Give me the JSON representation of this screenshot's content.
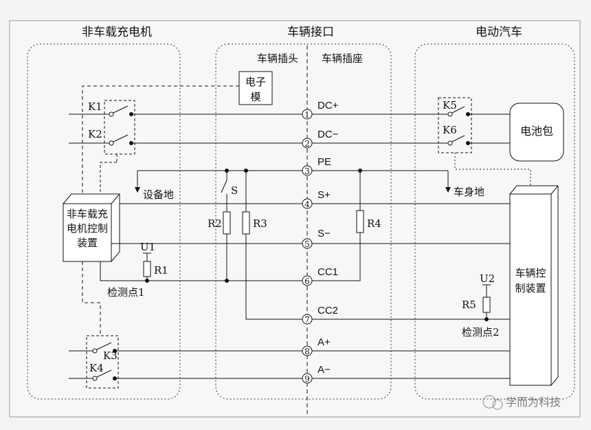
{
  "sections": {
    "charger": "非车载充电机",
    "interface": "车辆接口",
    "vehicle": "电动汽车"
  },
  "interface_sub": {
    "plug": "车辆插头",
    "socket": "车辆插座"
  },
  "module": {
    "line1": "电子",
    "line2": "模"
  },
  "charger_controller": [
    "非车载充",
    "电机控制",
    "装置"
  ],
  "vehicle_controller": [
    "车辆控",
    "制装置"
  ],
  "battery": "电池包",
  "grounds": {
    "device": "设备地",
    "vehicle": "车身地"
  },
  "switches": {
    "k1": "K1",
    "k2": "K2",
    "k3": "K3",
    "k4": "K4",
    "k5": "K5",
    "k6": "K6",
    "s": "S"
  },
  "resistors": {
    "r1": "R1",
    "r2": "R2",
    "r3": "R3",
    "r4": "R4",
    "r5": "R5"
  },
  "voltages": {
    "u1": "U1",
    "u2": "U2"
  },
  "detection": {
    "p1": "检测点1",
    "p2": "检测点2"
  },
  "pins": [
    {
      "num": "1",
      "label": "DC+"
    },
    {
      "num": "2",
      "label": "DC−"
    },
    {
      "num": "3",
      "label": "PE"
    },
    {
      "num": "4",
      "label": "S+"
    },
    {
      "num": "5",
      "label": "S−"
    },
    {
      "num": "6",
      "label": "CC1"
    },
    {
      "num": "7",
      "label": "CC2"
    },
    {
      "num": "8",
      "label": "A+"
    },
    {
      "num": "9",
      "label": "A−"
    }
  ],
  "watermark": "学而为科技",
  "colors": {
    "line": "#111111",
    "frame": "#888888",
    "background": "#f4f4f4"
  }
}
